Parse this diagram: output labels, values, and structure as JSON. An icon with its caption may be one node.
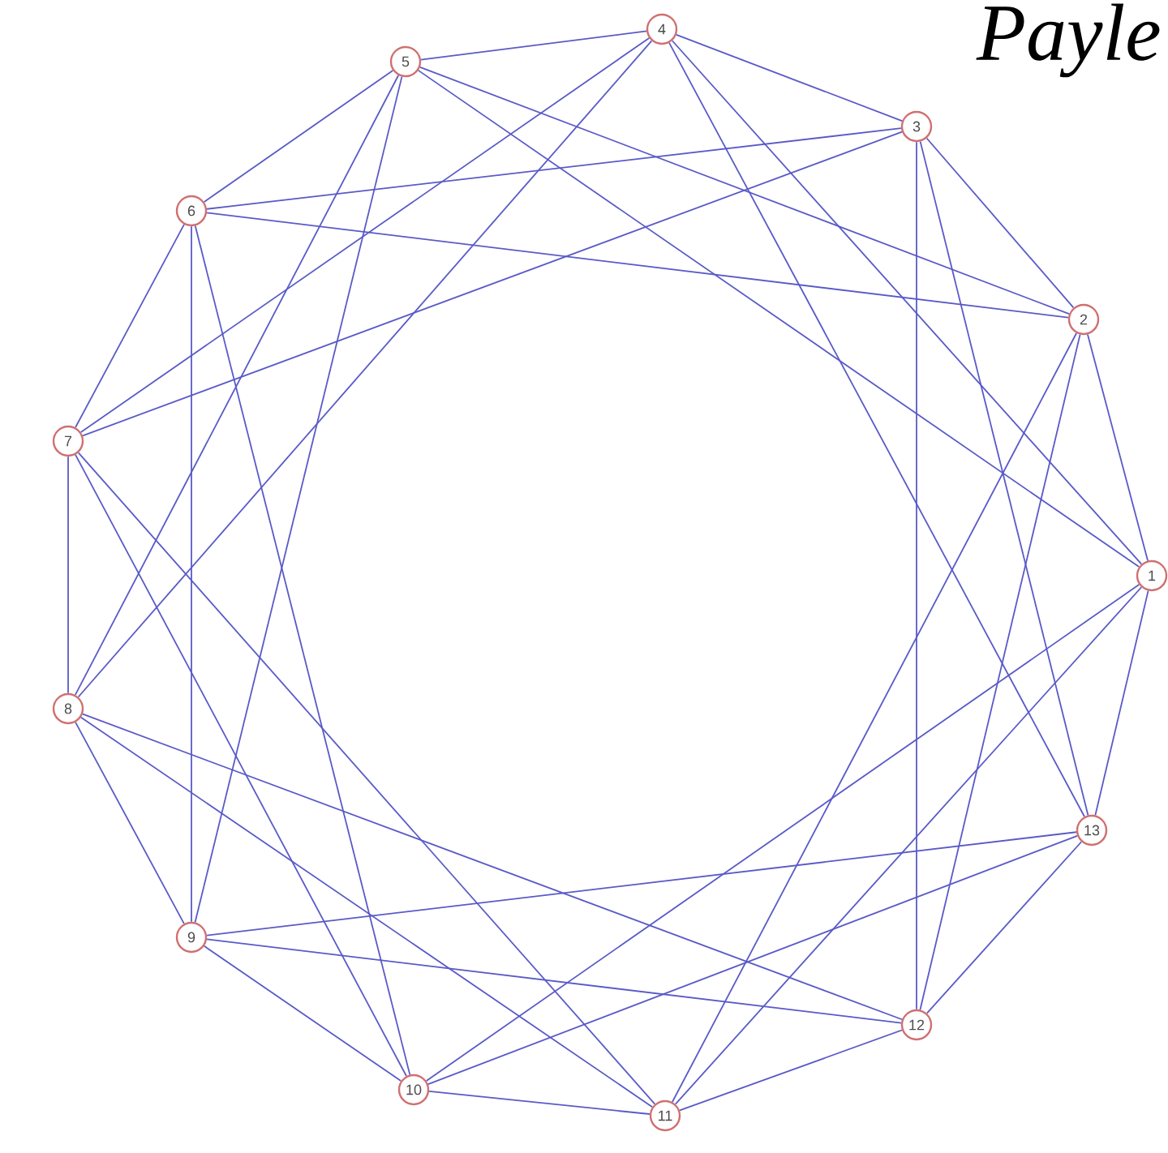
{
  "diagram": {
    "title": "Payle",
    "nodes": [
      {
        "text": [
          "1"
        ]
      },
      {
        "text": [
          "2"
        ]
      },
      {
        "text": [
          "3"
        ]
      },
      {
        "text": [
          "4"
        ]
      },
      {
        "text": [
          "5"
        ]
      },
      {
        "text": [
          "6"
        ]
      },
      {
        "text": [
          "7"
        ]
      },
      {
        "text": [
          "8"
        ]
      },
      {
        "text": [
          "9"
        ]
      },
      {
        "text": [
          "10"
        ]
      },
      {
        "text": [
          "11"
        ]
      },
      {
        "text": [
          "12"
        ]
      },
      {
        "text": [
          "13"
        ]
      }
    ],
    "edges": [
      {
        "from": 0,
        "to": 1,
        "arrow": "none"
      },
      {
        "from": 0,
        "to": 3,
        "arrow": "none"
      },
      {
        "from": 0,
        "to": 4,
        "arrow": "none"
      },
      {
        "from": 1,
        "to": 2,
        "arrow": "none"
      },
      {
        "from": 1,
        "to": 4,
        "arrow": "none"
      },
      {
        "from": 1,
        "to": 5,
        "arrow": "none"
      },
      {
        "from": 2,
        "to": 3,
        "arrow": "none"
      },
      {
        "from": 2,
        "to": 5,
        "arrow": "none"
      },
      {
        "from": 2,
        "to": 6,
        "arrow": "none"
      },
      {
        "from": 3,
        "to": 4,
        "arrow": "none"
      },
      {
        "from": 3,
        "to": 6,
        "arrow": "none"
      },
      {
        "from": 3,
        "to": 7,
        "arrow": "none"
      },
      {
        "from": 4,
        "to": 5,
        "arrow": "none"
      },
      {
        "from": 4,
        "to": 7,
        "arrow": "none"
      },
      {
        "from": 4,
        "to": 8,
        "arrow": "none"
      },
      {
        "from": 5,
        "to": 6,
        "arrow": "none"
      },
      {
        "from": 5,
        "to": 8,
        "arrow": "none"
      },
      {
        "from": 5,
        "to": 9,
        "arrow": "none"
      },
      {
        "from": 6,
        "to": 7,
        "arrow": "none"
      },
      {
        "from": 6,
        "to": 9,
        "arrow": "none"
      },
      {
        "from": 6,
        "to": 10,
        "arrow": "none"
      },
      {
        "from": 7,
        "to": 8,
        "arrow": "none"
      },
      {
        "from": 7,
        "to": 10,
        "arrow": "none"
      },
      {
        "from": 7,
        "to": 11,
        "arrow": "none"
      },
      {
        "from": 8,
        "to": 9,
        "arrow": "none"
      },
      {
        "from": 8,
        "to": 11,
        "arrow": "none"
      },
      {
        "from": 8,
        "to": 12,
        "arrow": "none"
      },
      {
        "from": 9,
        "to": 10,
        "arrow": "none"
      },
      {
        "from": 9,
        "to": 12,
        "arrow": "none"
      },
      {
        "from": 9,
        "to": 0,
        "arrow": "none"
      },
      {
        "from": 10,
        "to": 11,
        "arrow": "none"
      },
      {
        "from": 10,
        "to": 0,
        "arrow": "none"
      },
      {
        "from": 10,
        "to": 1,
        "arrow": "none"
      },
      {
        "from": 11,
        "to": 12,
        "arrow": "none"
      },
      {
        "from": 11,
        "to": 1,
        "arrow": "none"
      },
      {
        "from": 11,
        "to": 2,
        "arrow": "none"
      },
      {
        "from": 12,
        "to": 0,
        "arrow": "none"
      },
      {
        "from": 12,
        "to": 2,
        "arrow": "none"
      },
      {
        "from": 12,
        "to": 3,
        "arrow": "none"
      }
    ]
  }
}
